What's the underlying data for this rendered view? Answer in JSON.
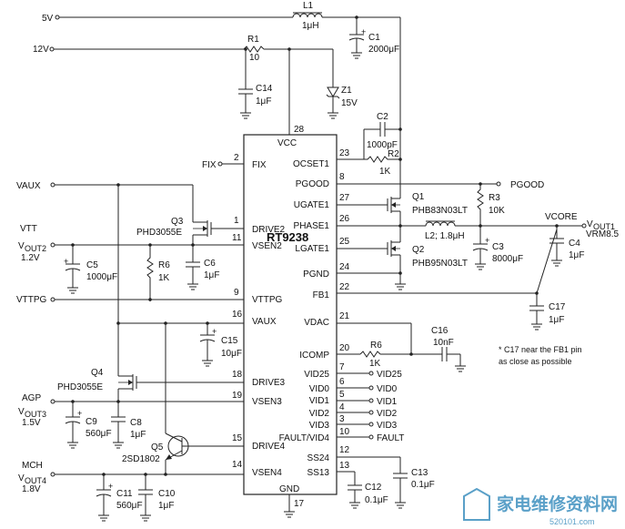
{
  "ic": {
    "name": "RT9238",
    "pins_left": [
      {
        "pin": "2",
        "label": "FIX"
      },
      {
        "pin": "1",
        "label": "DRIVE2"
      },
      {
        "pin": "11",
        "label": "VSEN2"
      },
      {
        "pin": "9",
        "label": "VTTPG"
      },
      {
        "pin": "16",
        "label": "VAUX"
      },
      {
        "pin": "18",
        "label": "DRIVE3"
      },
      {
        "pin": "19",
        "label": "VSEN3"
      },
      {
        "pin": "15",
        "label": "DRIVE4"
      },
      {
        "pin": "14",
        "label": "VSEN4"
      }
    ],
    "pins_right": [
      {
        "pin": "23",
        "label": "OCSET1"
      },
      {
        "pin": "8",
        "label": "PGOOD"
      },
      {
        "pin": "27",
        "label": "UGATE1"
      },
      {
        "pin": "26",
        "label": "PHASE1"
      },
      {
        "pin": "25",
        "label": "LGATE1"
      },
      {
        "pin": "24",
        "label": "PGND"
      },
      {
        "pin": "22",
        "label": "FB1"
      },
      {
        "pin": "21",
        "label": "VDAC"
      },
      {
        "pin": "20",
        "label": "ICOMP"
      },
      {
        "pin": "7",
        "label": "VID25"
      },
      {
        "pin": "6",
        "label": "VID0"
      },
      {
        "pin": "5",
        "label": "VID1"
      },
      {
        "pin": "4",
        "label": "VID2"
      },
      {
        "pin": "3",
        "label": "VID3"
      },
      {
        "pin": "10",
        "label": "FAULT/VID4"
      },
      {
        "pin": "12",
        "label": "SS24"
      },
      {
        "pin": "13",
        "label": "SS13"
      }
    ],
    "pin_top": {
      "pin": "28",
      "label": "VCC"
    },
    "pin_bottom": {
      "pin": "17",
      "label": "GND"
    }
  },
  "rails": {
    "v5": "5V",
    "v12": "12V",
    "vaux": "VAUX",
    "fix": "FIX",
    "vttpg": "VTTPG"
  },
  "vtt": {
    "name": "VTT",
    "v": "V",
    "sub": "OUT2",
    "value": "1.2V"
  },
  "agp": {
    "name": "AGP",
    "v": "V",
    "sub": "OUT3",
    "value": "1.5V"
  },
  "mch": {
    "name": "MCH",
    "v": "V",
    "sub": "OUT4",
    "value": "1.8V"
  },
  "vcore": {
    "name": "VCORE",
    "v": "V",
    "sub": "OUT1",
    "value": "VRM8.5"
  },
  "pgood_out": "PGOOD",
  "vid_outputs": [
    "VID25",
    "VID0",
    "VID1",
    "VID2",
    "VID3",
    "FAULT"
  ],
  "components": {
    "L1": {
      "ref": "L1",
      "value": "1μH"
    },
    "C1": {
      "ref": "C1",
      "value": "2000μF"
    },
    "R1": {
      "ref": "R1",
      "value": "10"
    },
    "C14": {
      "ref": "C14",
      "value": "1μF"
    },
    "Z1": {
      "ref": "Z1",
      "value": "15V"
    },
    "C2": {
      "ref": "C2",
      "value": "1000pF"
    },
    "R2": {
      "ref": "R2",
      "value": "1K"
    },
    "R3": {
      "ref": "R3",
      "value": "10K"
    },
    "Q1": {
      "ref": "Q1",
      "value": "PHB83N03LT"
    },
    "L2": {
      "value": "L2; 1.8μH"
    },
    "Q2": {
      "ref": "Q2",
      "value": "PHB95N03LT"
    },
    "C3": {
      "ref": "C3",
      "value": "8000μF"
    },
    "C4": {
      "ref": "C4",
      "value": "1μF"
    },
    "C17": {
      "ref": "C17",
      "value": "1μF"
    },
    "Q3": {
      "ref": "Q3",
      "value": "PHD3055E"
    },
    "C5": {
      "ref": "C5",
      "value": "1000μF"
    },
    "R6a": {
      "ref": "R6",
      "value": "1K"
    },
    "C6": {
      "ref": "C6",
      "value": "1μF"
    },
    "C15": {
      "ref": "C15",
      "value": "10μF"
    },
    "C16": {
      "ref": "C16",
      "value": "10nF"
    },
    "R6b": {
      "ref": "R6",
      "value": "1K"
    },
    "Q4": {
      "ref": "Q4",
      "value": "PHD3055E"
    },
    "C9": {
      "ref": "C9",
      "value": "560μF"
    },
    "C8": {
      "ref": "C8",
      "value": "1μF"
    },
    "Q5": {
      "ref": "Q5",
      "value": "2SD1802"
    },
    "C11": {
      "ref": "C11",
      "value": "560μF"
    },
    "C10": {
      "ref": "C10",
      "value": "1μF"
    },
    "C12": {
      "ref": "C12",
      "value": "0.1μF"
    },
    "C13": {
      "ref": "C13",
      "value": "0.1μF"
    }
  },
  "note": {
    "line1": "* C17 near the FB1 pin",
    "line2": "as close as possible"
  },
  "watermark": {
    "text": "家电维修资料网",
    "url": "520101.com"
  }
}
